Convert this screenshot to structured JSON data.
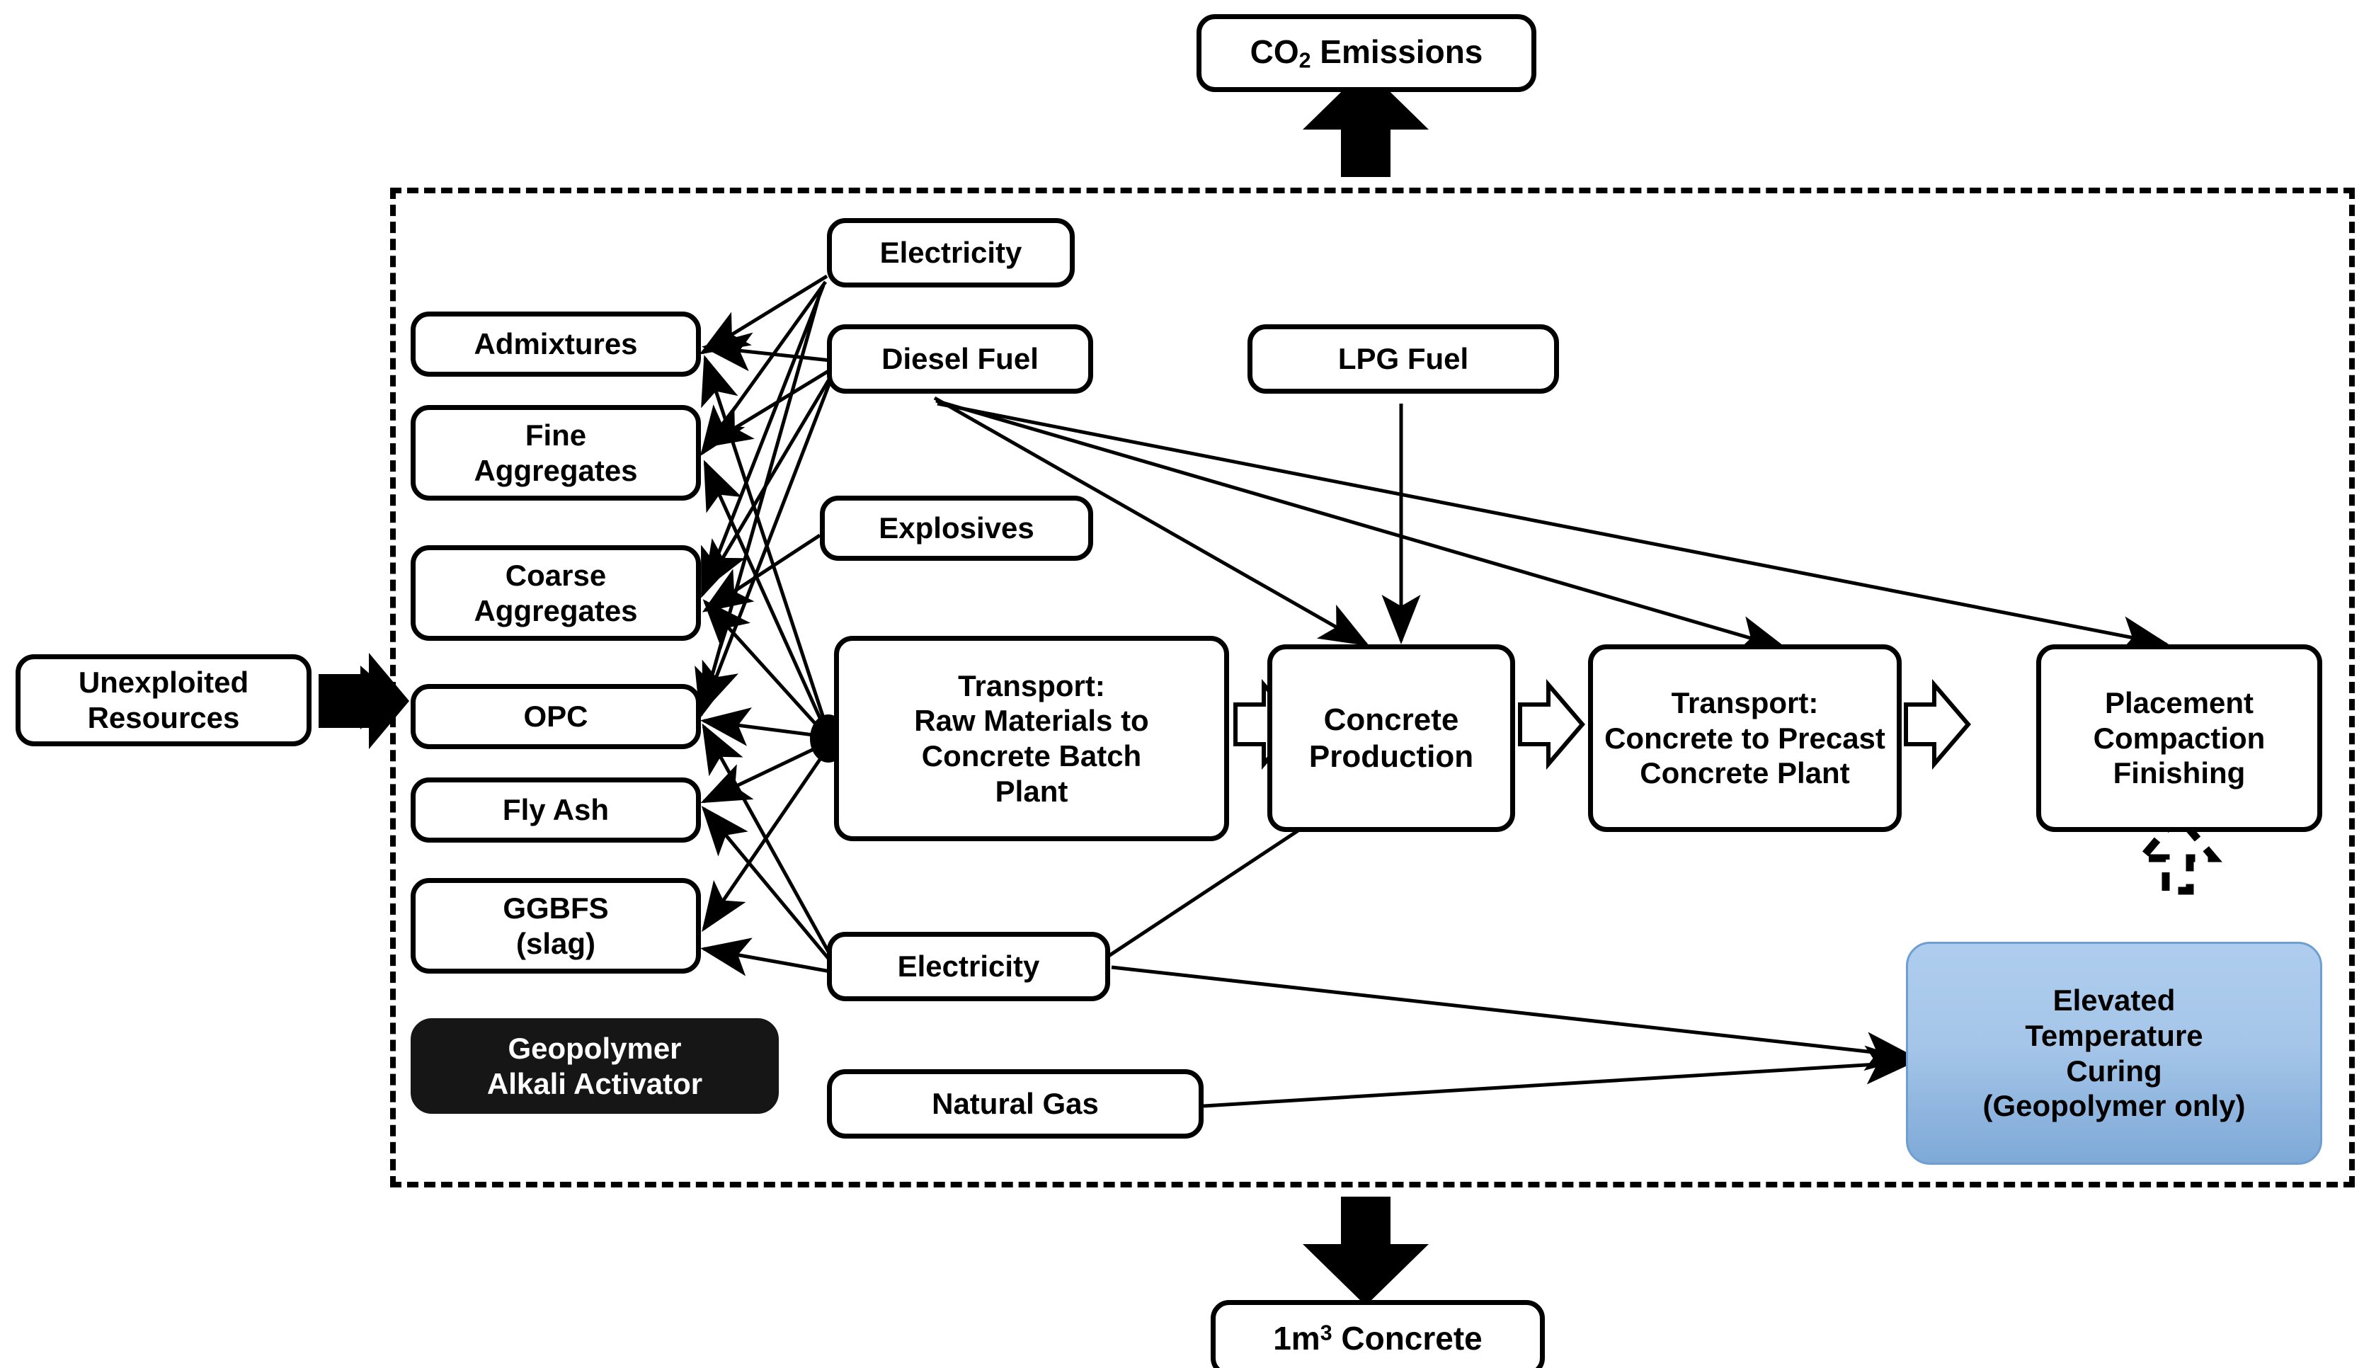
{
  "diagram": {
    "title": "Life cycle system boundary for concrete production",
    "boundary_label": "system-boundary-dashed"
  },
  "outputs": {
    "co2": {
      "label": "CO2 Emissions",
      "text_prefix": "CO",
      "subscript": "2",
      "text_suffix": " Emissions"
    },
    "product": {
      "label": "1m3 Concrete",
      "text_prefix": "1m",
      "superscript": "3",
      "text_suffix": " Concrete"
    }
  },
  "inputs": {
    "unexploited_resources": "Unexploited\nResources"
  },
  "materials": [
    {
      "id": "admixtures",
      "label": "Admixtures"
    },
    {
      "id": "fine-aggregates",
      "label": "Fine\nAggregates"
    },
    {
      "id": "coarse-aggregates",
      "label": "Coarse\nAggregates"
    },
    {
      "id": "opc",
      "label": "OPC"
    },
    {
      "id": "fly-ash",
      "label": "Fly Ash"
    },
    {
      "id": "ggbfs",
      "label": "GGBFS\n(slag)"
    },
    {
      "id": "geopolymer-alkali-activator",
      "label": "Geopolymer\nAlkali Activator",
      "style": "dark"
    }
  ],
  "energy": [
    {
      "id": "electricity-upper",
      "label": "Electricity"
    },
    {
      "id": "diesel-fuel",
      "label": "Diesel Fuel"
    },
    {
      "id": "explosives",
      "label": "Explosives"
    },
    {
      "id": "lpg-fuel",
      "label": "LPG Fuel"
    },
    {
      "id": "electricity-lower",
      "label": "Electricity"
    },
    {
      "id": "natural-gas",
      "label": "Natural Gas"
    }
  ],
  "processes": [
    {
      "id": "transport-raw-materials",
      "label": "Transport:\nRaw Materials to\nConcrete Batch\nPlant"
    },
    {
      "id": "concrete-production",
      "label": "Concrete\nProduction"
    },
    {
      "id": "transport-precast",
      "label": "Transport:\nConcrete to Precast\nConcrete Plant"
    },
    {
      "id": "placement-compaction-finishing",
      "label": "Placement\nCompaction\nFinishing"
    },
    {
      "id": "elevated-temperature-curing",
      "label": "Elevated\nTemperature\nCuring\n(Geopolymer only)",
      "style": "blue"
    }
  ],
  "colors": {
    "stroke": "#000000",
    "background": "#ffffff",
    "dark_fill": "#161616",
    "blue_fill_top": "#aecdee",
    "blue_fill_bottom": "#7ea9d7",
    "blue_border": "#6f9ed1"
  },
  "connectors": {
    "solid_arrow": "thin-line-arrow",
    "block_arrow": "solid-black-block-arrow",
    "hollow_chevron": "hollow-chevron-arrow",
    "dashed_block_arrow": "dashed-outline-block-arrow"
  }
}
